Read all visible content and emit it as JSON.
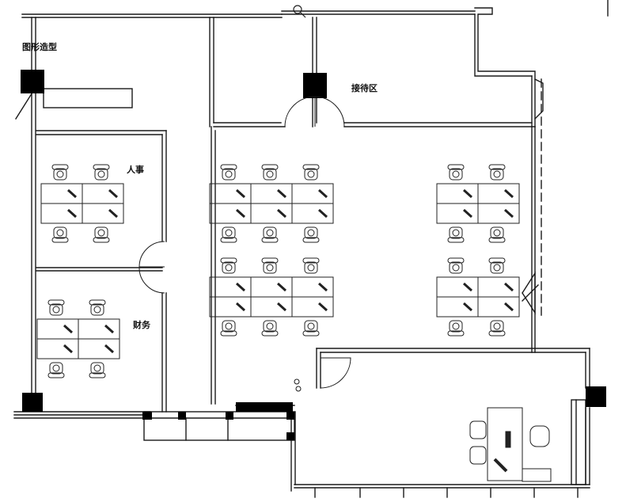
{
  "rooms": {
    "gallery": "图形造型",
    "reception": "接待区",
    "hr": "人事",
    "finance": "财务"
  },
  "colors": {
    "wall": "#1a1a1a",
    "column": "#000000",
    "background": "#ffffff",
    "furniture": "#222222"
  },
  "icons": {
    "search": "magnifier-icon"
  }
}
